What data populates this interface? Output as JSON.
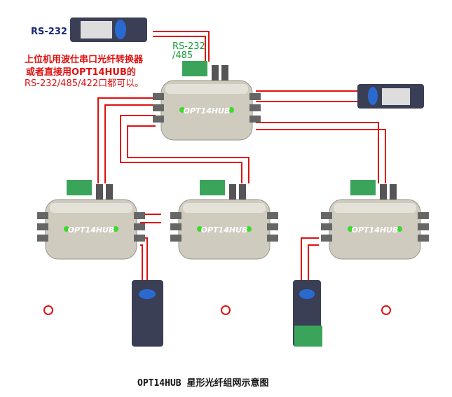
{
  "labels": {
    "rs232": "RS-232",
    "note_line1": "上位机用波仕串口光纤转换器",
    "note_line2": "或者直接用OPT14HUB的",
    "note_line3": "RS-232/485/422口都可以。",
    "rs232_485_line1": "RS-232",
    "rs232_485_line2": "/485",
    "caption": "OPT14HUB 星形光纤组网示意图"
  },
  "hubs": {
    "central": "OPT14HUB",
    "left": "OPT14HUB",
    "middle": "OPT14HUB",
    "right": "OPT14HUB"
  },
  "colors": {
    "fiber": "#e01010",
    "hub_body": "#cfcbbf",
    "led": "#3adb2a",
    "terminal": "#3aa55a"
  }
}
